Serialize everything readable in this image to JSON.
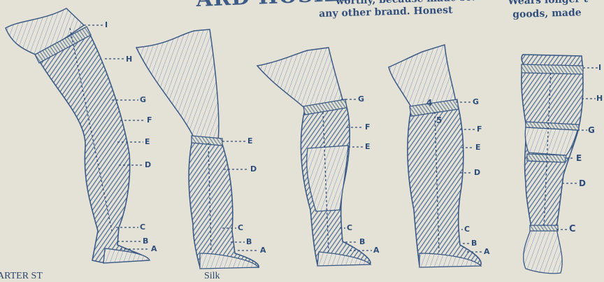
{
  "header": {
    "title_fragment": "ARD HOSIERY ---",
    "copy_line1": "worthy, because made so.",
    "copy_line2": "any other brand.  Honest",
    "copy_right1": "Wears longer t",
    "copy_right2": "goods, made"
  },
  "footer": {
    "left_fragment": "ARTER ST",
    "right_fragment": "Silk"
  },
  "diagrams": [
    {
      "labels": [
        "I",
        "H",
        "G",
        "F",
        "E",
        "D",
        "C",
        "B",
        "A"
      ]
    },
    {
      "labels": [
        "E",
        "D",
        "C",
        "B",
        "A"
      ]
    },
    {
      "labels": [
        "G",
        "F",
        "E",
        "C",
        "B",
        "A"
      ]
    },
    {
      "labels": [
        "4",
        "5",
        "G",
        "F",
        "E",
        "D",
        "C",
        "B",
        "A"
      ]
    },
    {
      "labels": [
        "I",
        "H",
        "G",
        "E",
        "D",
        "C"
      ]
    }
  ],
  "colors": {
    "paper": "#e4e2d6",
    "ink": "#3c5a86"
  }
}
